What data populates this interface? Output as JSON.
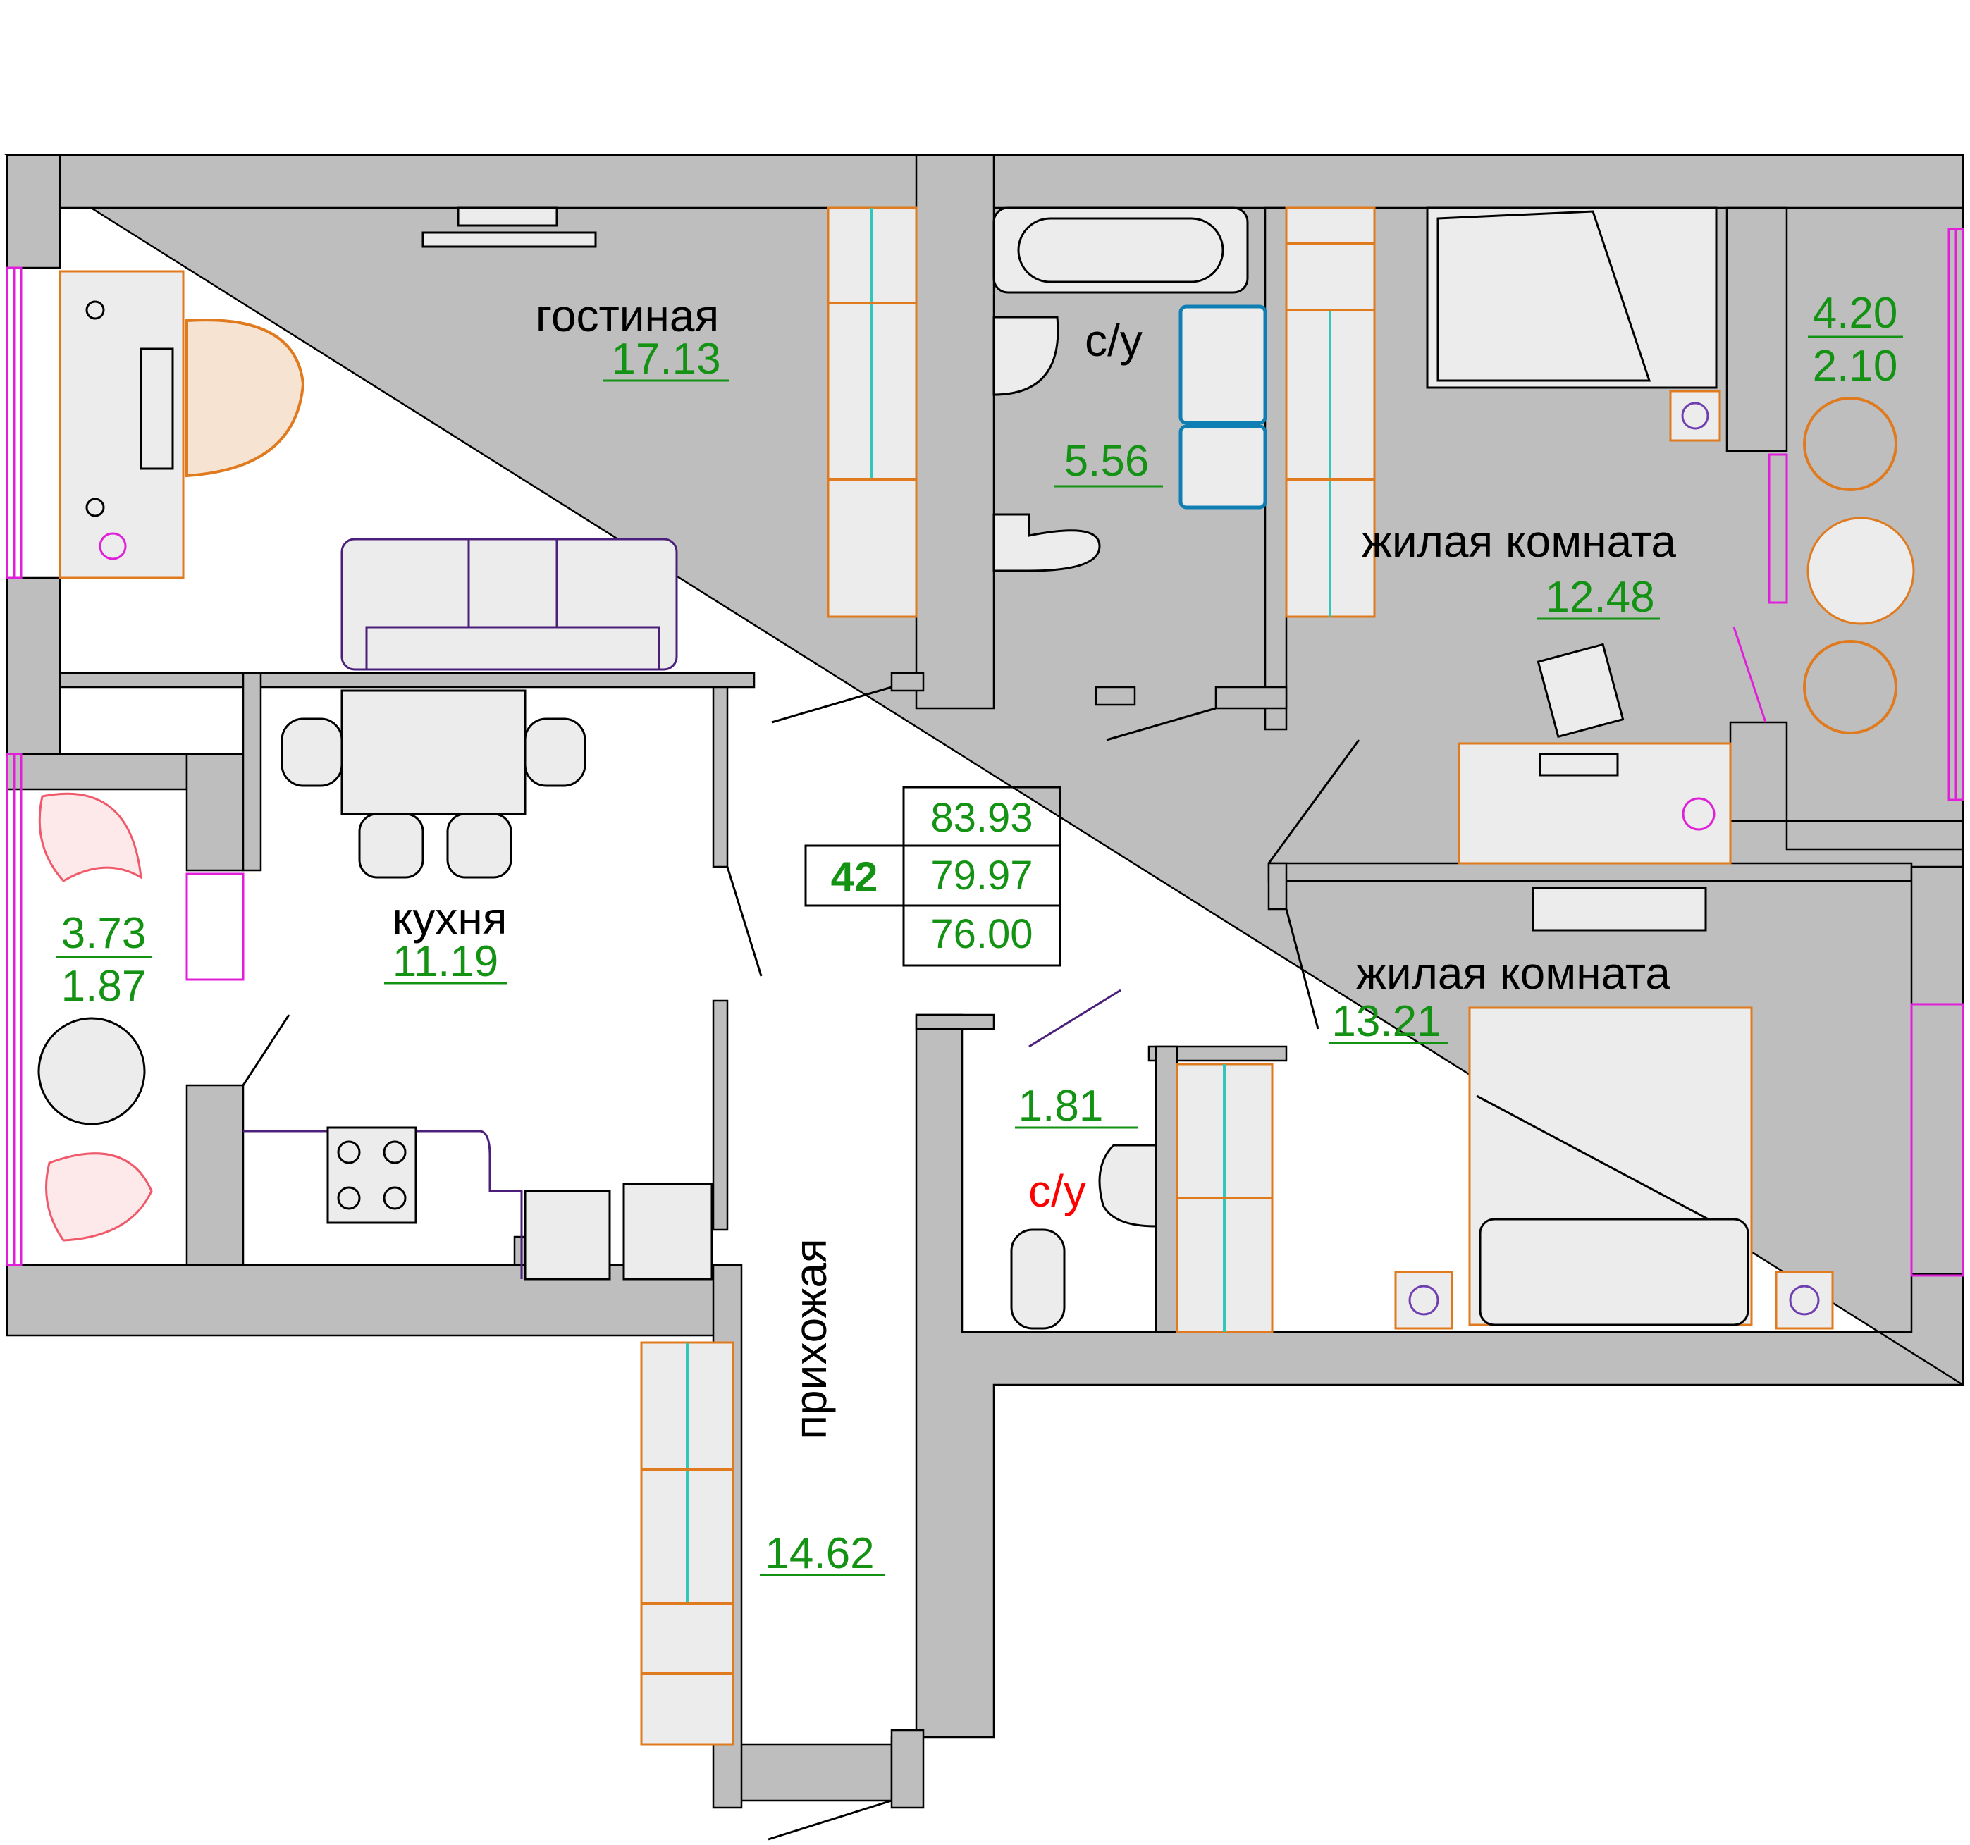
{
  "apartment": {
    "number": "42",
    "area_total": "83.93",
    "area_with_balcony": "79.97",
    "area_living_total": "76.00"
  },
  "rooms": {
    "living_room": {
      "name": "гостиная",
      "area": "17.13"
    },
    "kitchen": {
      "name": "кухня",
      "area": "11.19"
    },
    "bathroom_main": {
      "name": "с/у",
      "area": "5.56"
    },
    "bathroom_small": {
      "name": "с/у",
      "area": "1.81"
    },
    "bedroom_1": {
      "name": "жилая комната",
      "area": "12.48"
    },
    "bedroom_2": {
      "name": "жилая комната",
      "area": "13.21"
    },
    "hallway": {
      "name": "прихожая",
      "area": "14.62"
    },
    "balcony_right": {
      "area": "4.20",
      "area_reduced": "2.10"
    },
    "balcony_left": {
      "area": "3.73",
      "area_reduced": "1.87"
    }
  },
  "colors": {
    "wall": "#bebebe",
    "area_text": "#139213",
    "bathroom_label_small": "#ff0000",
    "furniture_orange": "#e07a1e",
    "furniture_purple": "#4b1f7a",
    "window_magenta": "#e020d8"
  }
}
